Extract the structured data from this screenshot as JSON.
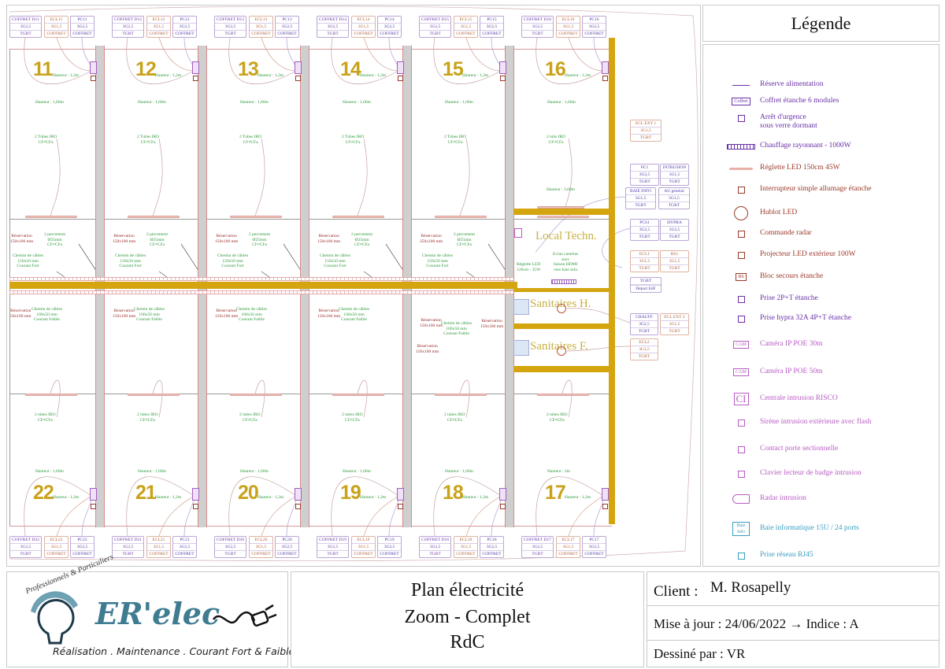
{
  "colors": {
    "wall_yellow": "#d4a50e",
    "room_number": "#c9a21a",
    "annotation_green": "#2f9a3c",
    "coffret_purple": "#6a38a6",
    "ecl_orange": "#b0603a"
  },
  "plan": {
    "rooms_top": [
      {
        "number": "11",
        "h_low": "Hauteur : 1,2m",
        "h_high": "Hauteur : 1,60m",
        "tubes": [
          "2 Tubes IRO",
          "CF≠CFa"
        ],
        "boxes": [
          [
            "COFFRET D11",
            "3G2,5",
            "TGBT"
          ],
          [
            "ECL11",
            "3G1,5",
            "COFFRET"
          ],
          [
            "PC11",
            "3G2,5",
            "COFFRET"
          ]
        ]
      },
      {
        "number": "12",
        "h_low": "Hauteur : 1,2m",
        "h_high": "Hauteur : 1,60m",
        "tubes": [
          "2 Tubes IRO",
          "CF≠CFa"
        ],
        "boxes": [
          [
            "COFFRET D12",
            "3G2,5",
            "TGBT"
          ],
          [
            "ECL12",
            "3G1,5",
            "COFFRET"
          ],
          [
            "PC12",
            "3G2,5",
            "COFFRET"
          ]
        ]
      },
      {
        "number": "13",
        "h_low": "Hauteur : 1,2m",
        "h_high": "Hauteur : 1,60m",
        "tubes": [
          "2 Tubes IRO",
          "CF≠CFa"
        ],
        "boxes": [
          [
            "COFFRET D13",
            "3G2,5",
            "TGBT"
          ],
          [
            "ECL13",
            "3G1,5",
            "COFFRET"
          ],
          [
            "PC13",
            "3G2,5",
            "COFFRET"
          ]
        ]
      },
      {
        "number": "14",
        "h_low": "Hauteur : 1,2m",
        "h_high": "Hauteur : 1,60m",
        "tubes": [
          "2 Tubes IRO",
          "CF≠CFa"
        ],
        "boxes": [
          [
            "COFFRET D14",
            "3G2,5",
            "TGBT"
          ],
          [
            "ECL14",
            "3G1,5",
            "COFFRET"
          ],
          [
            "PC14",
            "3G2,5",
            "COFFRET"
          ]
        ]
      },
      {
        "number": "15",
        "h_low": "Hauteur : 1,2m",
        "h_high": "Hauteur : 1,60m",
        "tubes": [
          "2 Tubes IRO",
          "CF≠CFa"
        ],
        "boxes": [
          [
            "COFFRET D15",
            "3G2,5",
            "TGBT"
          ],
          [
            "ECL15",
            "3G1,5",
            "COFFRET"
          ],
          [
            "PC15",
            "3G2,5",
            "COFFRET"
          ]
        ]
      },
      {
        "number": "16",
        "h_low": "Hauteur : 1,2m",
        "h_high": "Hauteur : 1,60m",
        "tubes": [
          "2 tubs IRO",
          "CF≠CFa"
        ],
        "boxes": [
          [
            "COFFRET D16",
            "3G2,5",
            "TGBT"
          ],
          [
            "ECL16",
            "3G1,5",
            "COFFRET"
          ],
          [
            "PC16",
            "3G2,5",
            "COFFRET"
          ]
        ]
      }
    ],
    "rooms_bottom": [
      {
        "number": "22",
        "h_low": "Hauteur : 1,2m",
        "h_high": "Hauteur : 1,60m",
        "tubes": [
          "2 tubes IRO",
          "CF≠CFa"
        ],
        "boxes": [
          [
            "COFFRET D22",
            "3G2,5",
            "TGBT"
          ],
          [
            "ECL22",
            "3G1,5",
            "COFFRET"
          ],
          [
            "PC22",
            "3G2,5",
            "COFFRET"
          ]
        ]
      },
      {
        "number": "21",
        "h_low": "Hauteur : 1,2m",
        "h_high": "Hauteur : 1,60m",
        "tubes": [
          "2 tubes IRO",
          "CF≠CFa"
        ],
        "boxes": [
          [
            "COFFRET D21",
            "3G2,5",
            "TGBT"
          ],
          [
            "ECL21",
            "3G1,5",
            "COFFRET"
          ],
          [
            "PC21",
            "3G2,5",
            "COFFRET"
          ]
        ]
      },
      {
        "number": "20",
        "h_low": "Hauteur : 1,2m",
        "h_high": "Hauteur : 1,60m",
        "tubes": [
          "2 tubes IRO",
          "CF≠CFa"
        ],
        "boxes": [
          [
            "COFFRET D20",
            "3G2,5",
            "TGBT"
          ],
          [
            "ECL20",
            "3G1,5",
            "COFFRET"
          ],
          [
            "PC20",
            "3G2,5",
            "COFFRET"
          ]
        ]
      },
      {
        "number": "19",
        "h_low": "Hauteur : 1,2m",
        "h_high": "Hauteur : 1,60m",
        "tubes": [
          "2 tubes IRO",
          "CF≠CFa"
        ],
        "boxes": [
          [
            "COFFRET D19",
            "3G2,5",
            "TGBT"
          ],
          [
            "ECL19",
            "3G1,5",
            "COFFRET"
          ],
          [
            "PC19",
            "3G2,5",
            "COFFRET"
          ]
        ]
      },
      {
        "number": "18",
        "h_low": "Hauteur : 1,2m",
        "h_high": "Hauteur : 1,60m",
        "tubes": [
          "2 tubes IRO",
          "CF≠CFa"
        ],
        "boxes": [
          [
            "COFFRET D18",
            "3G2,5",
            "TGBT"
          ],
          [
            "ECL18",
            "3G1,5",
            "COFFRET"
          ],
          [
            "PC18",
            "3G2,5",
            "COFFRET"
          ]
        ]
      },
      {
        "number": "17",
        "h_low": "Hauteur : 1,2m",
        "h_high": "Hauteur : 2m",
        "tubes": [
          "2 tubes IRO",
          "CF≠CFa"
        ],
        "boxes": [
          [
            "COFFRET D17",
            "3G2,5",
            "TGBT"
          ],
          [
            "ECL17",
            "3G1,5",
            "COFFRET"
          ],
          [
            "PC17",
            "3G2,5",
            "COFFRET"
          ]
        ]
      }
    ],
    "corridor_segments": [
      {
        "res_top": [
          "Réservation",
          "150x100 mm"
        ],
        "perc": [
          "2 percement",
          "Ø25mm",
          "CF≠CFa"
        ],
        "cdc_fort": [
          "Chemin de câbles",
          "150x50 mm",
          "Courant Fort"
        ],
        "res_bot": [
          "Réservation",
          "50x100 mm"
        ],
        "cdc_faible": [
          "Chemin de câbles",
          "100x50 mm",
          "Courant Faible"
        ]
      },
      {
        "res_top": [
          "Réservation",
          "150x100 mm"
        ],
        "perc": [
          "2 percement",
          "Ø25mm",
          "CF≠CFa"
        ],
        "cdc_fort": [
          "Chemin de câbles",
          "150x50 mm",
          "Courant Fort"
        ],
        "res_bot": [
          "Réservation",
          "150x100 mm"
        ],
        "cdc_faible": [
          "Chemin de câbles",
          "100x50 mm",
          "Courant Faible"
        ]
      },
      {
        "res_top": [
          "Réservation",
          "150x100 mm"
        ],
        "perc": [
          "2 percement",
          "Ø25mm",
          "CF≠CFa"
        ],
        "cdc_fort": [
          "Chemin de câbles",
          "150x50 mm",
          "Courant Fort"
        ],
        "res_bot": [
          "Réservation",
          "150x100 mm"
        ],
        "cdc_faible": [
          "Chemin de câbles",
          "100x50 mm",
          "Courant Faible"
        ]
      },
      {
        "res_top": [
          "Réservation",
          "150x100 mm"
        ],
        "perc": [
          "2 percement",
          "Ø25mm",
          "CF≠CFa"
        ],
        "cdc_fort": [
          "Chemin de câbles",
          "150x50 mm",
          "Courant Fort"
        ],
        "res_bot": [
          "Réservation",
          "150x100 mm"
        ],
        "cdc_faible": [
          "Chemin de câbles",
          "100x50 mm",
          "Courant Faible"
        ]
      },
      {
        "res_top": [
          "Réservation",
          "250x100 mm"
        ],
        "perc": [
          "2 percement",
          "Ø25mm",
          "CF≠CFa"
        ],
        "cdc_fort": [
          "Chemin de câbles",
          "150x50 mm",
          "Courant Fort"
        ],
        "res_bot": [
          "Réservation",
          "150x100 mm"
        ],
        "cdc_faible": [
          "Chemin de câbles",
          "100x50 mm",
          "Courant Faible"
        ]
      }
    ],
    "extra_reservation": [
      "Réservation",
      "150x100 mm"
    ],
    "local_techn": {
      "label": "Local Techn.",
      "hauteur": "Hauteur : 3,00m",
      "reglette": [
        "Réglette LED",
        "120cm - 35W"
      ],
      "ecran": [
        "Ecran caméras",
        "avec",
        "liaison HDMI",
        "vers baie info"
      ]
    },
    "sanitaires_h": "Sanitaires H.",
    "sanitaires_f": "Sanitaires F.",
    "right_boxes": [
      [
        "ECL EXT 1",
        "3G1,5",
        "TGBT"
      ],
      [
        "PC1",
        "3G2,5",
        "TGBT"
      ],
      [
        "INTRUSION",
        "3G1,5",
        "TGBT"
      ],
      [
        "BAIE INFO",
        "3G1,5",
        "TGBT"
      ],
      [
        "AU général",
        "5G1,5",
        "TGBT"
      ],
      [
        "PCS1",
        "3G2,5",
        "TGBT"
      ],
      [
        "HYPRA",
        "5G2,5",
        "TGBT"
      ],
      [
        "ECL1",
        "3G1,5",
        "TGBT"
      ],
      [
        "BS1",
        "3G1,5",
        "TGBT"
      ],
      [
        "TGBT",
        "",
        "Départ EdF"
      ],
      [
        "CHAUFF",
        "3G2,5",
        "TGBT"
      ],
      [
        "ECL EXT 2",
        "3G1,5",
        "TGBT"
      ],
      [
        "ECL2",
        "3G1,5",
        "TGBT"
      ]
    ]
  },
  "legend": {
    "title": "Légende",
    "items": [
      {
        "label": "Réserve alimentation",
        "icon": "power-reserve-icon",
        "color": "#6a2fa8"
      },
      {
        "label": "Coffret étanche 6 modules",
        "icon": "coffret-icon",
        "color": "#6a2fa8",
        "symbol": "Coffret"
      },
      {
        "label": "Arrêt d'urgence",
        "label2": "sous verre dormant",
        "icon": "emergency-stop-icon",
        "color": "#6a2fa8"
      },
      {
        "label": "Chauffage rayonnant - 1000W",
        "icon": "radiant-heater-icon",
        "color": "#6a2fa8"
      },
      {
        "label": "Réglette LED 150cm 45W",
        "icon": "led-strip-icon",
        "color": "#9a3a2a"
      },
      {
        "label": "Interrupteur simple allumage étanche",
        "icon": "switch-icon",
        "color": "#9a3a2a"
      },
      {
        "label": "Hublot LED",
        "icon": "bulkhead-light-icon",
        "color": "#9a3a2a"
      },
      {
        "label": "Commande radar",
        "icon": "radar-control-icon",
        "color": "#9a3a2a"
      },
      {
        "label": "Projecteur LED extérieur 100W",
        "icon": "floodlight-icon",
        "color": "#9a3a2a"
      },
      {
        "label": "Bloc secours étanche",
        "icon": "emergency-block-icon",
        "color": "#9a3a2a",
        "symbol": "BS"
      },
      {
        "label": "Prise 2P+T étanche",
        "icon": "socket-icon",
        "color": "#6a2fa8"
      },
      {
        "label": "Prise hypra 32A 4P+T étanche",
        "icon": "hypra-socket-icon",
        "color": "#6a2fa8"
      },
      {
        "label": "Caméra IP POE 30m",
        "icon": "camera-30m-icon",
        "color": "#b85cc4",
        "symbol": "CAM"
      },
      {
        "label": "Caméra IP POE 50m",
        "icon": "camera-50m-icon",
        "color": "#b85cc4",
        "symbol": "CAM"
      },
      {
        "label": "Centrale intrusion RISCO",
        "icon": "intrusion-central-icon",
        "color": "#b85cc4",
        "symbol": "CI"
      },
      {
        "label": "Sirène intrusion extérieure avec flash",
        "icon": "siren-icon",
        "color": "#b85cc4"
      },
      {
        "label": "Contact porte sectionnelle",
        "icon": "door-contact-icon",
        "color": "#b85cc4"
      },
      {
        "label": "Clavier lecteur de badge intrusion",
        "icon": "badge-reader-icon",
        "color": "#b85cc4"
      },
      {
        "label": "Radar intrusion",
        "icon": "intrusion-radar-icon",
        "color": "#b85cc4"
      },
      {
        "label": "Baie informatique 15U / 24 ports",
        "icon": "network-rack-icon",
        "color": "#3a9ec0",
        "symbol": "Baie Info"
      },
      {
        "label": "Prise réseau RJ45",
        "icon": "rj45-icon",
        "color": "#3a9ec0"
      }
    ]
  },
  "title_block": {
    "logo": {
      "brand": "ER'elec",
      "arc_text": "Professionnels & Particuliers",
      "tagline": "Réalisation . Maintenance . Courant Fort & Faible"
    },
    "title_lines": [
      "Plan électricité",
      "Zoom - Complet",
      "RdC"
    ],
    "client_label": "Client :",
    "client_value": "M. Rosapelly",
    "update": "Mise à jour : 24/06/2022 → Indice : A",
    "drawn_by": "Dessiné par : VR"
  }
}
